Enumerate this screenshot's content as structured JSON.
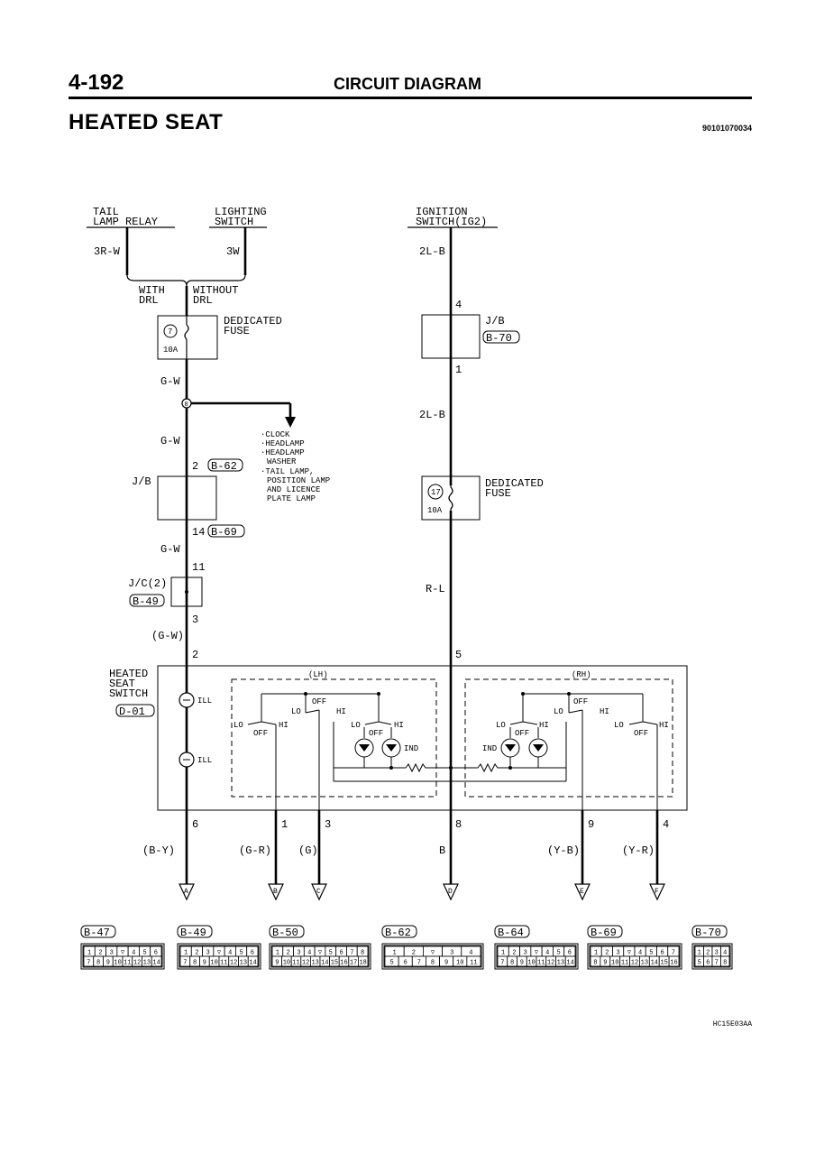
{
  "header": {
    "page_number": "4-192",
    "section": "CIRCUIT DIAGRAM",
    "title": "HEATED SEAT",
    "doc_id": "90101070034"
  },
  "sources": {
    "tail_relay": [
      "TAIL",
      "LAMP RELAY"
    ],
    "lighting_switch": [
      "LIGHTING",
      "SWITCH"
    ],
    "ignition_switch": [
      "IGNITION",
      "SWITCH(IG2)"
    ]
  },
  "wires": {
    "tail": "3R-W",
    "lighting": "3W",
    "with_drl": [
      "WITH",
      "DRL"
    ],
    "without_drl": [
      "WITHOUT",
      "DRL"
    ],
    "g_w_1": "G-W",
    "g_w_2": "G-W",
    "g_w_3": "G-W",
    "g_w_paren": "(G-W)",
    "ign_1": "2L-B",
    "ign_2": "2L-B",
    "r_l": "R-L"
  },
  "fuses": {
    "left": {
      "number": "7",
      "rating": "10A",
      "label": [
        "DEDICATED",
        "FUSE"
      ]
    },
    "right": {
      "number": "17",
      "rating": "10A",
      "label": [
        "DEDICATED",
        "FUSE"
      ]
    }
  },
  "junctions": {
    "splice": "0",
    "jb_left": "J/B",
    "jb_right": "J/B",
    "jc": "J/C(2)",
    "jc_conn": "B-49",
    "jb_right_conn": "B-70"
  },
  "branch_loads": [
    "·CLOCK",
    "·HEADLAMP",
    "·HEADLAMP",
    "WASHER",
    "·TAIL LAMP,",
    "POSITION LAMP",
    "AND LICENCE",
    "PLATE LAMP"
  ],
  "pins": {
    "p2": "2",
    "p2_conn": "B-62",
    "p14": "14",
    "p14_conn": "B-69",
    "p11": "11",
    "p3": "3",
    "sw2": "2",
    "sw5": "5",
    "ign4": "4",
    "ign1": "1",
    "out6": "6",
    "out1": "1",
    "out3": "3",
    "out8": "8",
    "out9": "9",
    "out4": "4"
  },
  "switch": {
    "name": [
      "HEATED",
      "SEAT",
      "SWITCH"
    ],
    "conn": "D-01",
    "lh": "(LH)",
    "rh": "(RH)",
    "ill": "ILL",
    "ind": "IND",
    "lo": "LO",
    "hi": "HI",
    "off": "OFF"
  },
  "outputs": [
    {
      "wire": "(B-Y)",
      "to": "A"
    },
    {
      "wire": "(G-R)",
      "to": "B"
    },
    {
      "wire": "(G)",
      "to": "C"
    },
    {
      "wire": "B",
      "to": "D"
    },
    {
      "wire": "(Y-B)",
      "to": "E"
    },
    {
      "wire": "(Y-R)",
      "to": "F"
    }
  ],
  "connectors": [
    {
      "name": "B-47",
      "top": [
        "1",
        "2",
        "3",
        "▽",
        "4",
        "5",
        "6"
      ],
      "bottom": [
        "7",
        "8",
        "9",
        "10",
        "11",
        "12",
        "13",
        "14"
      ]
    },
    {
      "name": "B-49",
      "top": [
        "1",
        "2",
        "3",
        "▽",
        "4",
        "5",
        "6"
      ],
      "bottom": [
        "7",
        "8",
        "9",
        "10",
        "11",
        "12",
        "13",
        "14"
      ]
    },
    {
      "name": "B-50",
      "top": [
        "1",
        "2",
        "3",
        "4",
        "▽",
        "5",
        "6",
        "7",
        "8"
      ],
      "bottom": [
        "9",
        "10",
        "11",
        "12",
        "13",
        "14",
        "15",
        "16",
        "17",
        "18"
      ]
    },
    {
      "name": "B-62",
      "top": [
        "1",
        "2",
        "▽",
        "3",
        "4"
      ],
      "bottom": [
        "5",
        "6",
        "7",
        "8",
        "9",
        "10",
        "11"
      ]
    },
    {
      "name": "B-64",
      "top": [
        "1",
        "2",
        "3",
        "▽",
        "4",
        "5",
        "6"
      ],
      "bottom": [
        "7",
        "8",
        "9",
        "10",
        "11",
        "12",
        "13",
        "14"
      ]
    },
    {
      "name": "B-69",
      "top": [
        "1",
        "2",
        "3",
        "▽",
        "4",
        "5",
        "6",
        "7"
      ],
      "bottom": [
        "8",
        "9",
        "10",
        "11",
        "12",
        "13",
        "14",
        "15",
        "16"
      ]
    },
    {
      "name": "B-70",
      "top": [
        "1",
        "2",
        "3",
        "4"
      ],
      "bottom": [
        "5",
        "6",
        "7",
        "8"
      ]
    }
  ],
  "figure_id": "HC15E03AA"
}
